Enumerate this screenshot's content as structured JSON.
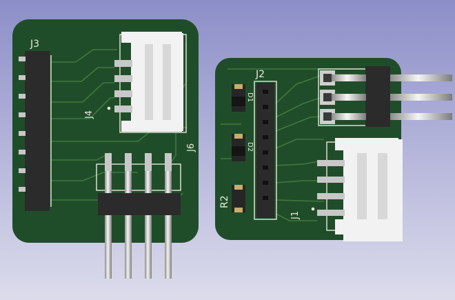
{
  "viewer": {
    "background_top": "#8c8ec8",
    "background_bottom": "#dcdcec"
  },
  "colors": {
    "board": "#204d29",
    "trace": "#3f7a3e",
    "silk": "#e6eadb",
    "header_body": "#2b2b2b",
    "header_pin": "#c8c8c8",
    "connector_white": "#f2f2f2",
    "pad_gold": "#c9ad68"
  },
  "boards": [
    {
      "id": "left-board",
      "labels": {
        "j3": "J3",
        "j4": "J4",
        "j6": "J6"
      }
    },
    {
      "id": "right-board",
      "labels": {
        "j2": "J2",
        "j1": "J1",
        "d1": "D1",
        "d2": "D2",
        "r2": "R2"
      }
    }
  ]
}
